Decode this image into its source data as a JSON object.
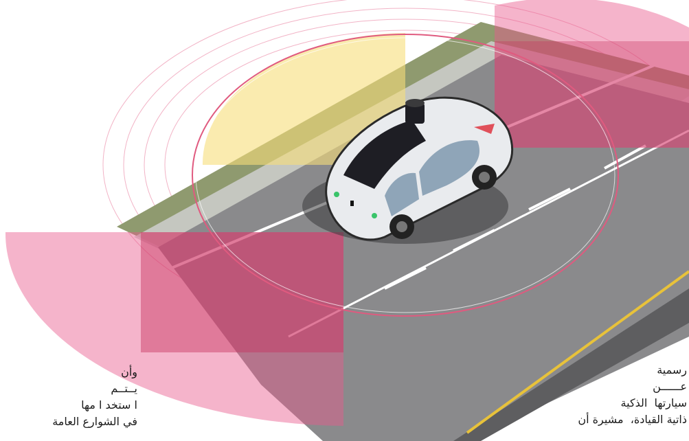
{
  "colors": {
    "road": "#8a8a8c",
    "road_dark": "#6f6f71",
    "grass": "#8f9a6f",
    "curb": "#d9d9d9",
    "lane_white": "#ffffff",
    "lane_yellow": "#e8c23a",
    "sensor_pink": "#e8598b",
    "sensor_yellow": "#f7dd7a",
    "car_body": "#e9ebee",
    "car_window": "#1e1e24",
    "car_side": "#8fa5b8",
    "ring": "#e05a7f"
  },
  "icons": {
    "car": "self-driving-car-icon",
    "lidar": "lidar-sensor-icon"
  },
  "text_right": {
    "line1": "رسمية",
    "line2": "عــــــن",
    "line3": "سيارتها  الذكية",
    "line4": "ذاتية القيادة،  مشيرة أن"
  },
  "text_left": {
    "line1": "وأن",
    "line2": "يــتــم",
    "line3": "ا ستخد ا مها",
    "line4": "في الشوارع العامة"
  }
}
